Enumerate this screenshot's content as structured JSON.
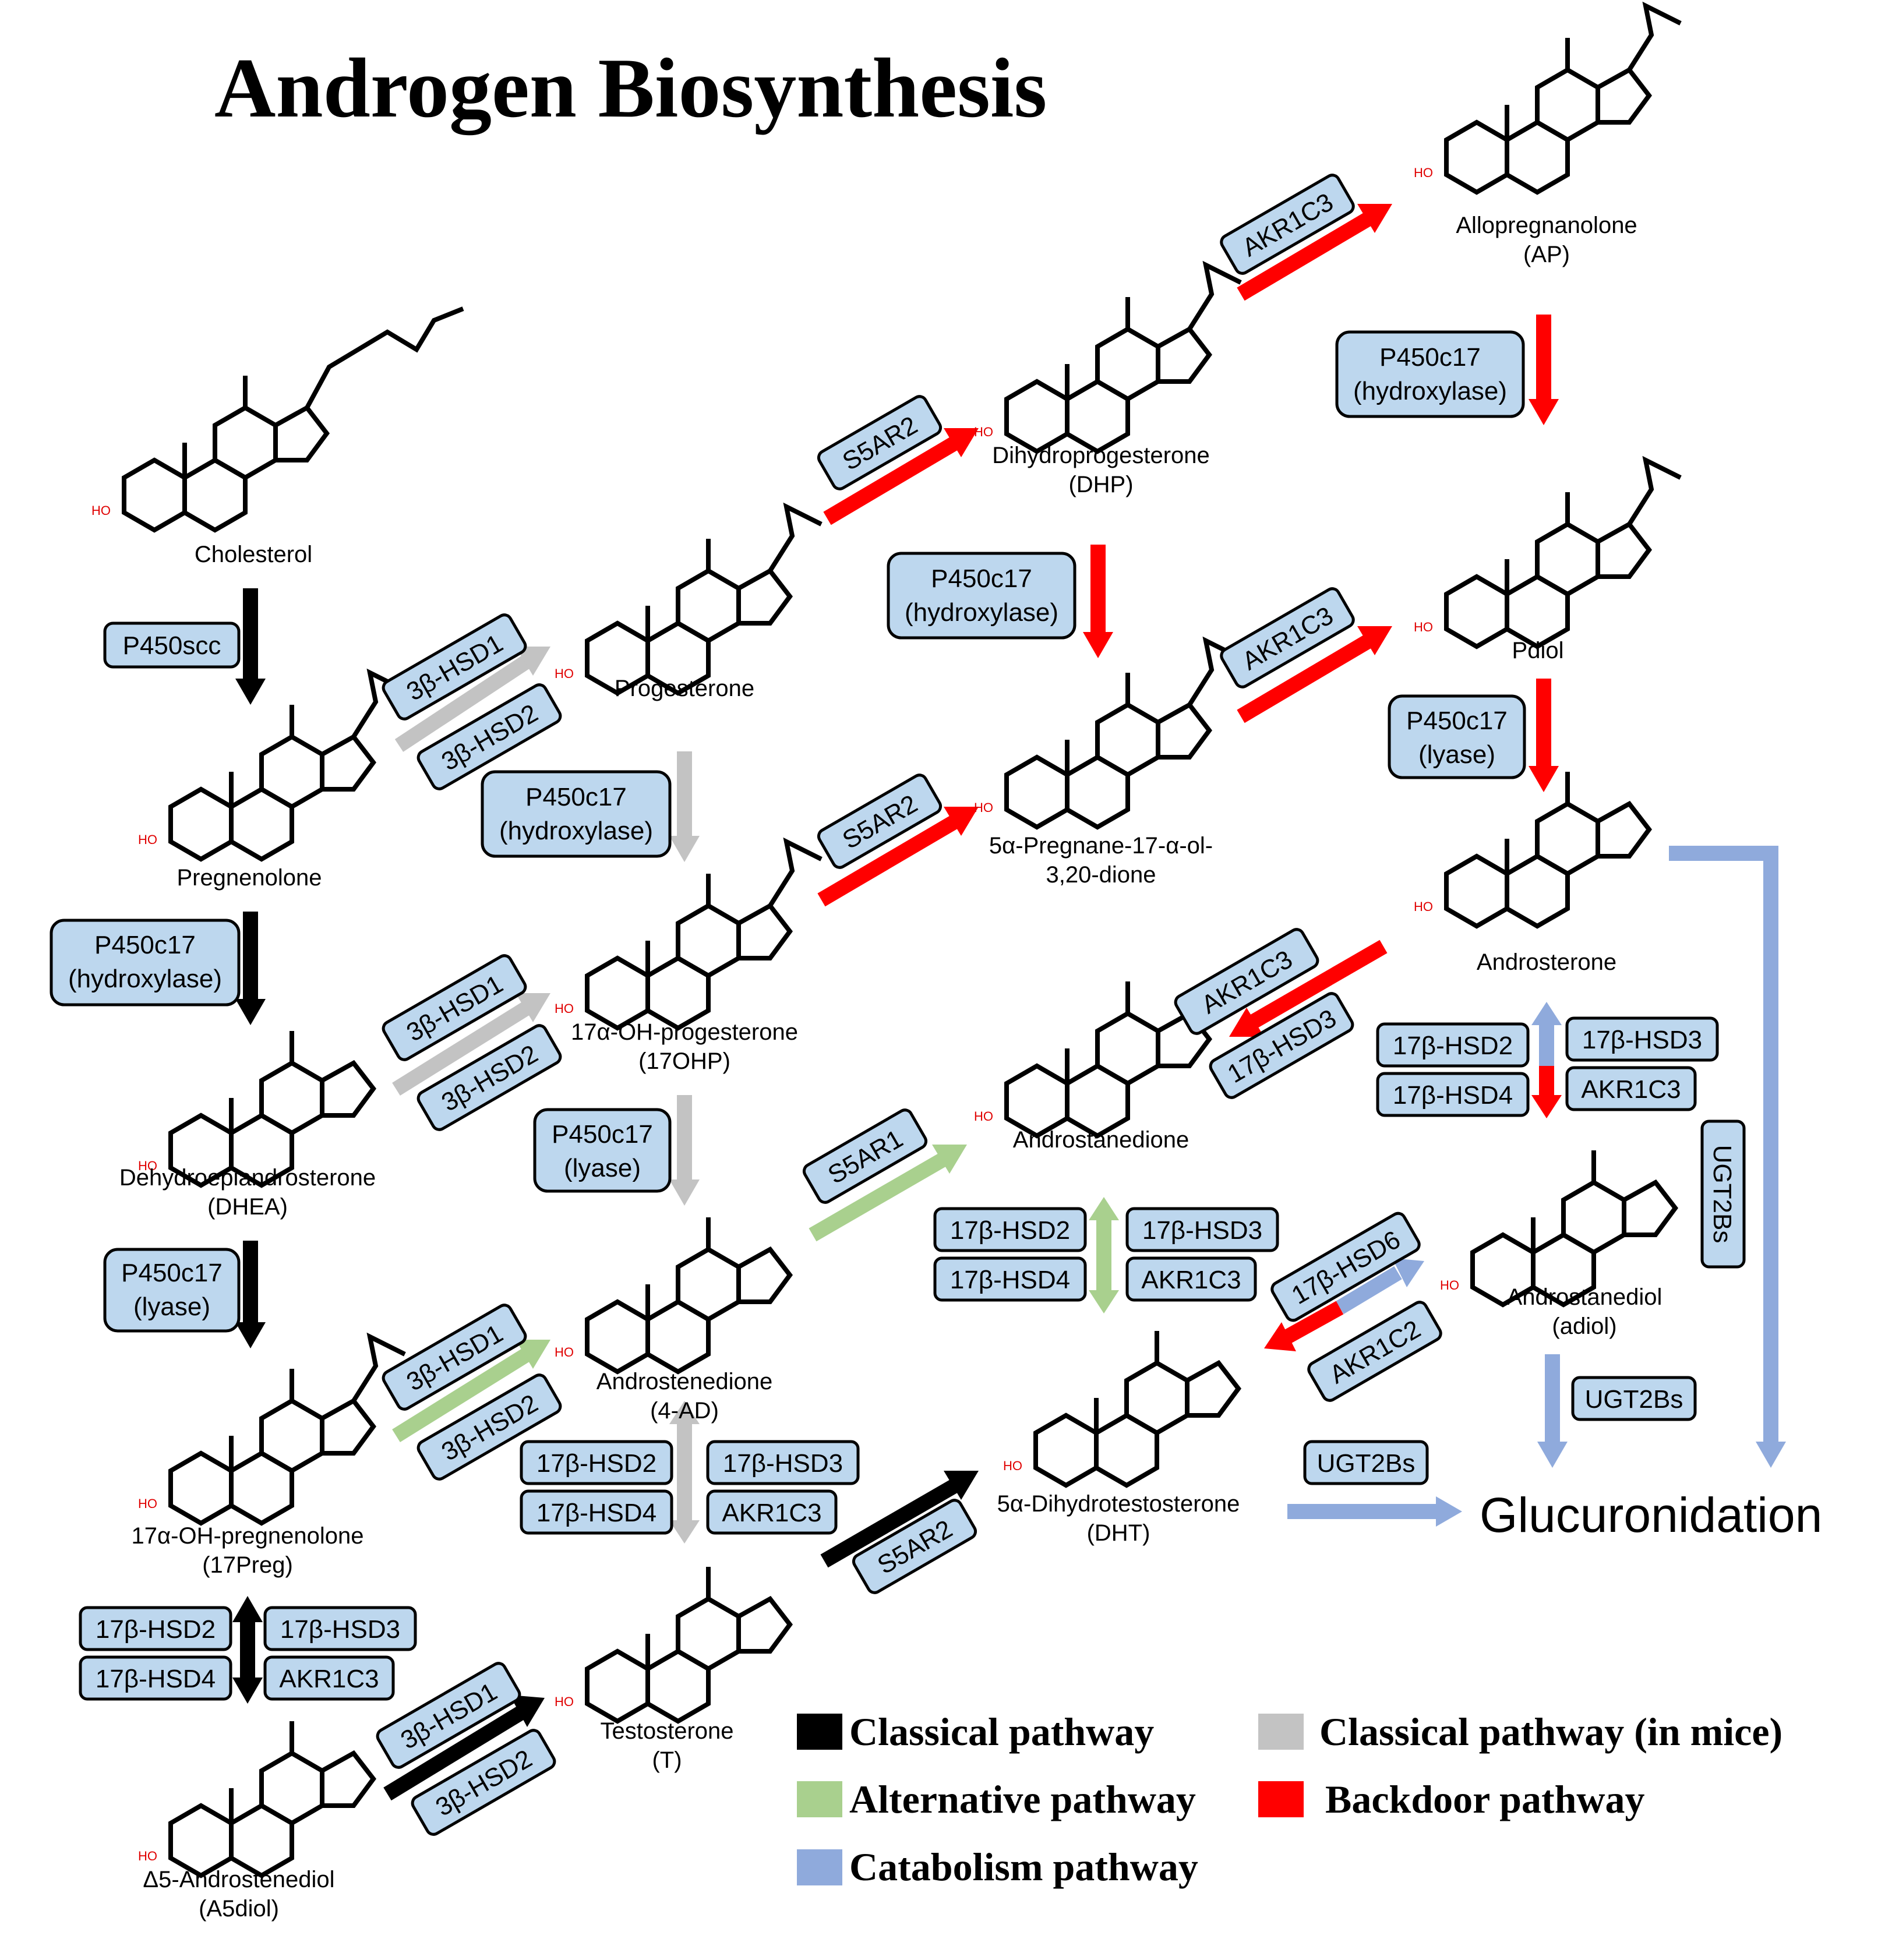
{
  "title": "Androgen Biosynthesis",
  "colors": {
    "classical": "#000000",
    "classical_mice": "#c3c3c3",
    "alternative": "#a9d08e",
    "backdoor": "#ff0000",
    "catabolism": "#8faadc",
    "enzyme_fill": "#bdd7ee",
    "enzyme_stroke": "#000000"
  },
  "compounds": [
    {
      "id": "cholesterol",
      "lines": [
        "Cholesterol"
      ]
    },
    {
      "id": "pregnenolone",
      "lines": [
        "Pregnenolone"
      ]
    },
    {
      "id": "dhea",
      "lines": [
        "Dehydroepiandrosterone",
        "(DHEA)"
      ]
    },
    {
      "id": "17preg",
      "lines": [
        "17α-OH-pregnenolone",
        "(17Preg)"
      ]
    },
    {
      "id": "a5diol",
      "lines": [
        "Δ5-Androstenediol",
        "(A5diol)"
      ]
    },
    {
      "id": "progesterone",
      "lines": [
        "Progesterone"
      ]
    },
    {
      "id": "17ohp",
      "lines": [
        "17α-OH-progesterone",
        "(17OHP)"
      ]
    },
    {
      "id": "4ad",
      "lines": [
        "Androstenedione",
        "(4-AD)"
      ]
    },
    {
      "id": "testosterone",
      "lines": [
        "Testosterone",
        "(T)"
      ]
    },
    {
      "id": "dhp",
      "lines": [
        "Dihydroprogesterone",
        "(DHP)"
      ]
    },
    {
      "id": "pregnane",
      "lines": [
        "5α-Pregnane-17-α-ol-",
        "3,20-dione"
      ]
    },
    {
      "id": "androstanedione",
      "lines": [
        "Androstanedione"
      ]
    },
    {
      "id": "dht",
      "lines": [
        "5α-Dihydrotestosterone",
        "(DHT)"
      ]
    },
    {
      "id": "ap",
      "lines": [
        "Allopregnanolone",
        "(AP)"
      ]
    },
    {
      "id": "pdiol",
      "lines": [
        "Pdiol"
      ]
    },
    {
      "id": "androsterone",
      "lines": [
        "Androsterone"
      ]
    },
    {
      "id": "adiol",
      "lines": [
        "Androstanediol",
        "(adiol)"
      ]
    }
  ],
  "enzymes": [
    {
      "id": "e1",
      "lines": [
        "P450scc"
      ]
    },
    {
      "id": "e2",
      "lines": [
        "P450c17",
        "(hydroxylase)"
      ]
    },
    {
      "id": "e3",
      "lines": [
        "P450c17",
        "(lyase)"
      ]
    },
    {
      "id": "e4",
      "lines": [
        "17β-HSD2"
      ]
    },
    {
      "id": "e5",
      "lines": [
        "17β-HSD3"
      ]
    },
    {
      "id": "e6",
      "lines": [
        "17β-HSD4"
      ]
    },
    {
      "id": "e7",
      "lines": [
        "AKR1C3"
      ]
    },
    {
      "id": "e8",
      "lines": [
        "3β-HSD1"
      ]
    },
    {
      "id": "e9",
      "lines": [
        "3β-HSD2"
      ]
    },
    {
      "id": "e10",
      "lines": [
        "3β-HSD1"
      ]
    },
    {
      "id": "e11",
      "lines": [
        "3β-HSD2"
      ]
    },
    {
      "id": "e12",
      "lines": [
        "3β-HSD1"
      ]
    },
    {
      "id": "e13",
      "lines": [
        "3β-HSD2"
      ]
    },
    {
      "id": "e14",
      "lines": [
        "3β-HSD1"
      ]
    },
    {
      "id": "e15",
      "lines": [
        "3β-HSD2"
      ]
    },
    {
      "id": "e16",
      "lines": [
        "P450c17",
        "(hydroxylase)"
      ]
    },
    {
      "id": "e17",
      "lines": [
        "P450c17",
        "(lyase)"
      ]
    },
    {
      "id": "e18",
      "lines": [
        "17β-HSD2"
      ]
    },
    {
      "id": "e19",
      "lines": [
        "17β-HSD3"
      ]
    },
    {
      "id": "e20",
      "lines": [
        "17β-HSD4"
      ]
    },
    {
      "id": "e21",
      "lines": [
        "AKR1C3"
      ]
    },
    {
      "id": "e22",
      "lines": [
        "S5AR2"
      ]
    },
    {
      "id": "e23",
      "lines": [
        "S5AR2"
      ]
    },
    {
      "id": "e24",
      "lines": [
        "S5AR1"
      ]
    },
    {
      "id": "e25",
      "lines": [
        "S5AR2"
      ]
    },
    {
      "id": "e26",
      "lines": [
        "P450c17",
        "(hydroxylase)"
      ]
    },
    {
      "id": "e27",
      "lines": [
        "AKR1C3"
      ]
    },
    {
      "id": "e28",
      "lines": [
        "AKR1C3"
      ]
    },
    {
      "id": "e29",
      "lines": [
        "17β-HSD3"
      ]
    },
    {
      "id": "e30",
      "lines": [
        "17β-HSD2"
      ]
    },
    {
      "id": "e31",
      "lines": [
        "17β-HSD3"
      ]
    },
    {
      "id": "e32",
      "lines": [
        "17β-HSD4"
      ]
    },
    {
      "id": "e33",
      "lines": [
        "AKR1C3"
      ]
    },
    {
      "id": "e34",
      "lines": [
        "17β-HSD6"
      ]
    },
    {
      "id": "e35",
      "lines": [
        "AKR1C2"
      ]
    },
    {
      "id": "e36",
      "lines": [
        "AKR1C3"
      ]
    },
    {
      "id": "e37",
      "lines": [
        "P450c17",
        "(hydroxylase)"
      ]
    },
    {
      "id": "e38",
      "lines": [
        "P450c17",
        "(lyase)"
      ]
    },
    {
      "id": "e39",
      "lines": [
        "17β-HSD2"
      ]
    },
    {
      "id": "e40",
      "lines": [
        "17β-HSD3"
      ]
    },
    {
      "id": "e41",
      "lines": [
        "17β-HSD4"
      ]
    },
    {
      "id": "e42",
      "lines": [
        "AKR1C3"
      ]
    },
    {
      "id": "e43",
      "lines": [
        "UGT2Bs"
      ]
    },
    {
      "id": "e44",
      "lines": [
        "UGT2Bs"
      ]
    },
    {
      "id": "e45",
      "lines": [
        "UGT2Bs"
      ]
    }
  ],
  "glucuronidation": "Glucuronidation",
  "legend": [
    {
      "label": "Classical pathway",
      "color": "#000000"
    },
    {
      "label": "Classical pathway (in mice)",
      "color": "#c3c3c3"
    },
    {
      "label": "Alternative pathway",
      "color": "#a9d08e"
    },
    {
      "label": "Backdoor pathway",
      "color": "#ff0000"
    },
    {
      "label": "Catabolism pathway",
      "color": "#8faadc"
    }
  ]
}
